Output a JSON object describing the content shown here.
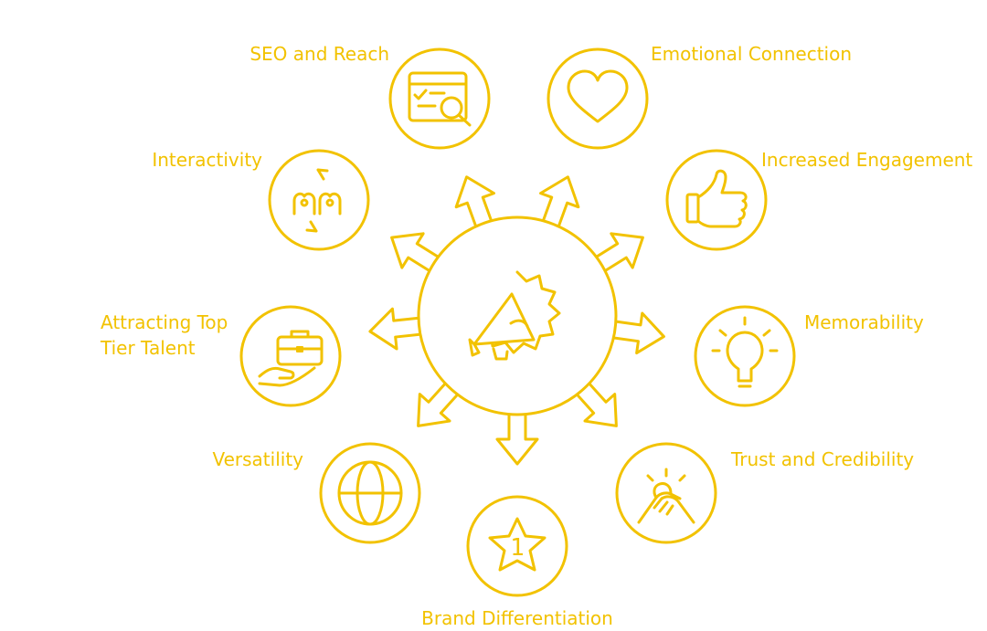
{
  "colors": {
    "accent": "#F2C200",
    "background": "#ffffff"
  },
  "center": {
    "icon": "megaphone-badge-icon"
  },
  "benefits": [
    {
      "id": "seo-and-reach",
      "label": "SEO and Reach",
      "icon": "browser-search-icon"
    },
    {
      "id": "emotional-connection",
      "label": "Emotional Connection",
      "icon": "heart-icon"
    },
    {
      "id": "interactivity",
      "label": "Interactivity",
      "icon": "touch-fingers-icon"
    },
    {
      "id": "increased-engagement",
      "label": "Increased Engagement",
      "icon": "thumbs-up-icon"
    },
    {
      "id": "attracting-top-tier-talent",
      "label_lines": [
        "Attracting Top",
        "Tier Talent"
      ],
      "icon": "briefcase-hand-icon"
    },
    {
      "id": "memorability",
      "label": "Memorability",
      "icon": "lightbulb-icon"
    },
    {
      "id": "versatility",
      "label": "Versatility",
      "icon": "globe-icon"
    },
    {
      "id": "trust-and-credibility",
      "label": "Trust and Credibility",
      "icon": "handshake-icon"
    },
    {
      "id": "brand-differentiation",
      "label": "Brand Differentiation",
      "icon": "star-number-one-icon",
      "badge_number": "1"
    }
  ]
}
